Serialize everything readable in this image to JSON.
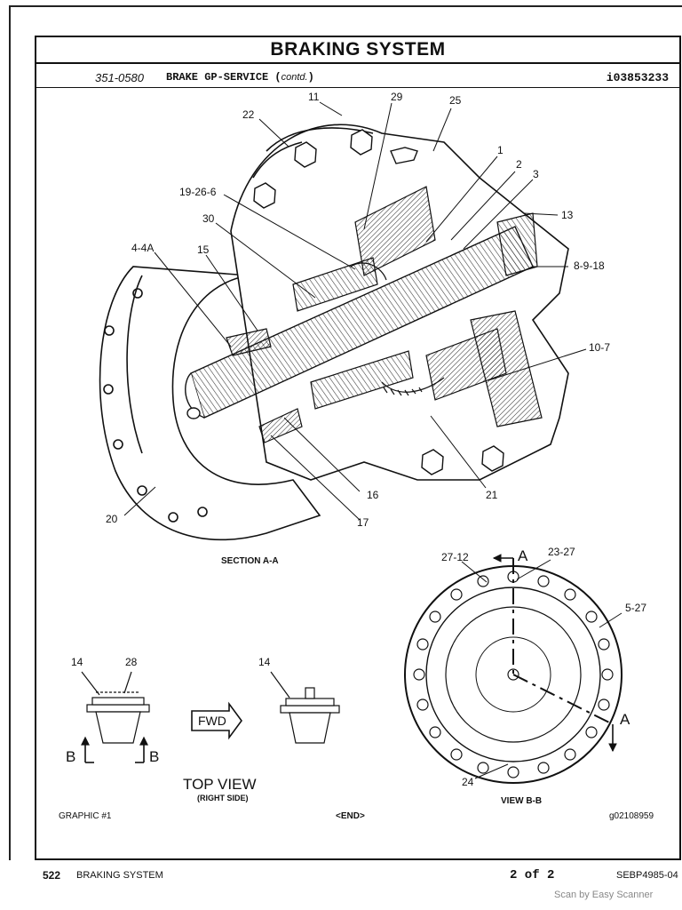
{
  "header": {
    "title": "BRAKING SYSTEM",
    "part_number": "351-0580",
    "part_name": "BRAKE GP-SERVICE",
    "contd": "contd.",
    "doc_id": "i03853233"
  },
  "drawing": {
    "section_label": "SECTION A-A",
    "view_label": "VIEW B-B",
    "top_view_label": "TOP VIEW",
    "top_view_sub": "(RIGHT SIDE)",
    "fwd_label": "FWD",
    "callouts": [
      "11",
      "29",
      "25",
      "22",
      "1",
      "2",
      "3",
      "19-26-6",
      "13",
      "30",
      "4-4A",
      "15",
      "8-9-18",
      "10-7",
      "16",
      "21",
      "20",
      "17",
      "27-12",
      "A",
      "23-27",
      "5-27",
      "14",
      "28",
      "14",
      "A",
      "B",
      "B",
      "24"
    ]
  },
  "footer_graphic": {
    "graphic": "GRAPHIC #1",
    "end": "<END>",
    "graphic_id": "g02108959"
  },
  "footer": {
    "page_num": "522",
    "section": "BRAKING SYSTEM",
    "page_of": "2 of 2",
    "doc": "SEBP4985-04",
    "scanner": "Scan by Easy Scanner"
  }
}
